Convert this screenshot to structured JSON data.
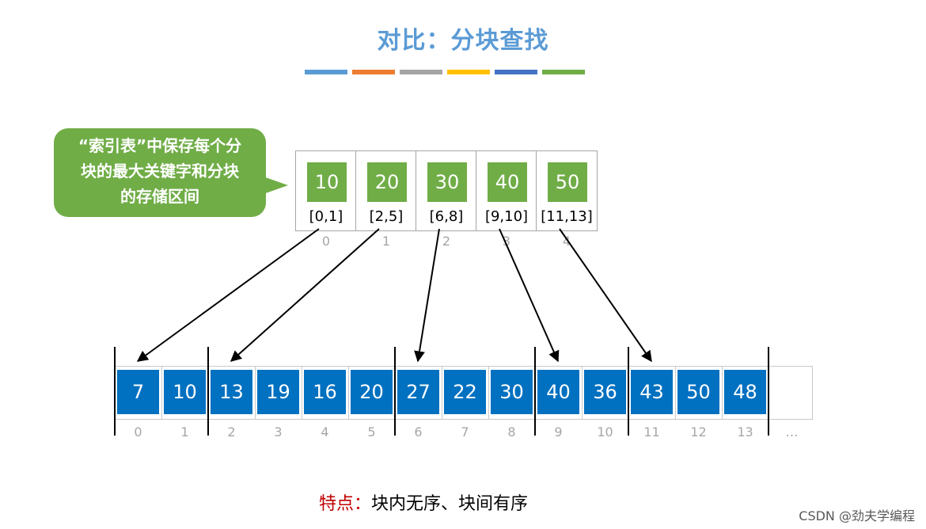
{
  "title": "对比：分块查找",
  "color_bars": [
    "#5B9BD5",
    "#ED7D31",
    "#A5A5A5",
    "#FFC000",
    "#4472C4",
    "#70AD47"
  ],
  "callout": {
    "lines": [
      "“索引表”中保存每个分",
      "块的最大关键字和分块",
      "的存储区间"
    ]
  },
  "index_table": [
    {
      "key": "10",
      "range": "[0,1]",
      "index": "0"
    },
    {
      "key": "20",
      "range": "[2,5]",
      "index": "1"
    },
    {
      "key": "30",
      "range": "[6,8]",
      "index": "2"
    },
    {
      "key": "40",
      "range": "[9,10]",
      "index": "3"
    },
    {
      "key": "50",
      "range": "[11,13]",
      "index": "4"
    }
  ],
  "array": {
    "values": [
      "7",
      "10",
      "13",
      "19",
      "16",
      "20",
      "27",
      "22",
      "30",
      "40",
      "36",
      "43",
      "50",
      "48",
      ""
    ],
    "indices": [
      "0",
      "1",
      "2",
      "3",
      "4",
      "5",
      "6",
      "7",
      "8",
      "9",
      "10",
      "11",
      "12",
      "13",
      "…"
    ],
    "block_starts": [
      0,
      2,
      6,
      9,
      11,
      14
    ]
  },
  "feature": {
    "label": "特点：",
    "text": "块内无序、块间有序"
  },
  "credit": "CSDN @劲夫学编程"
}
